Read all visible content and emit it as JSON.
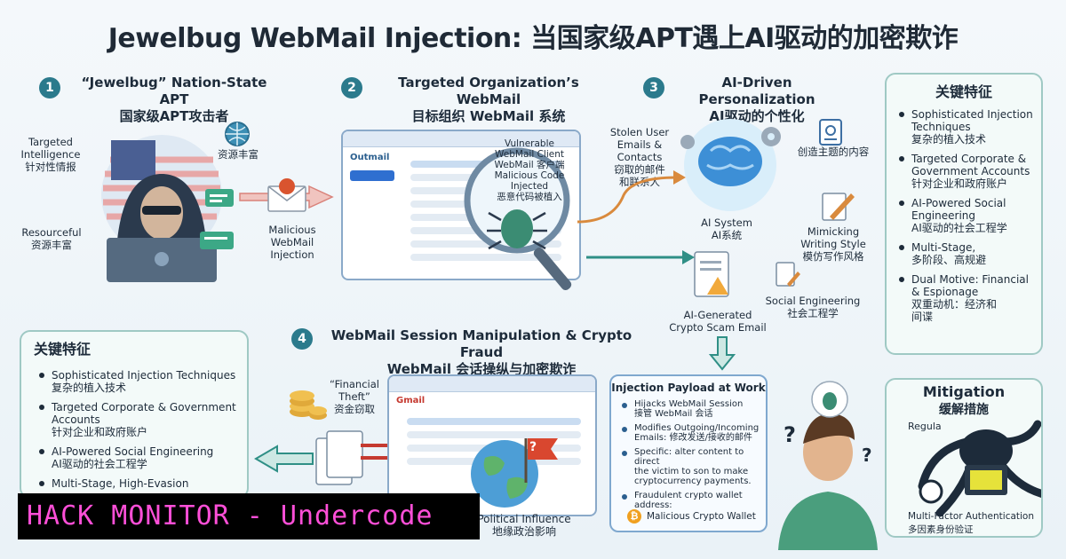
{
  "title": "Jewelbug WebMail Injection: 当国家级APT遇上AI驱动的加密欺诈",
  "steps": {
    "s1": {
      "num": "1",
      "title_en": "“Jewelbug” Nation-State APT",
      "title_zh": "国家级APT攻击者"
    },
    "s2": {
      "num": "2",
      "title_en": "Targeted Organization’s WebMail",
      "title_zh": "目标组织 WebMail 系统"
    },
    "s3": {
      "num": "3",
      "title_en": "AI-Driven Personalization",
      "title_zh": "AI驱动的个性化"
    },
    "s4": {
      "num": "4",
      "title_en": "WebMail Session Manipulation & Crypto Fraud",
      "title_zh": "WebMail 会话操纵与加密欺诈"
    }
  },
  "labels": {
    "targeted_intel": [
      "Targeted",
      "Intelligence",
      "针对性情报"
    ],
    "resources_zh": "资源丰富",
    "resourceful": [
      "Resourceful",
      "资源丰富"
    ],
    "malicious_inj": [
      "Malicious",
      "WebMail",
      "Injection"
    ],
    "outmail": "Outmail",
    "vulnerable": [
      "Vulnerable",
      "WebMail Client",
      "WebMail 客户端",
      "Malicious Code",
      "Injected",
      "恶意代码被植入"
    ],
    "stolen": [
      "Stolen User",
      "Emails &",
      "Contacts",
      "窃取的邮件",
      "和联系人"
    ],
    "created": "创造主题的内容",
    "ai_system": [
      "AI System",
      "AI系统"
    ],
    "mimicking": [
      "Mimicking",
      "Writing Style",
      "模仿写作风格"
    ],
    "social_eng": [
      "Social Engineering",
      "社会工程学"
    ],
    "ai_generated": [
      "AI-Generated",
      "Crypto Scam Email"
    ],
    "financial": [
      "“Financial",
      "Theft”",
      "资金窃取"
    ],
    "gmail": "Gmail",
    "political": [
      "Political Influence",
      "地缘政治影响"
    ]
  },
  "payload": {
    "title": "Injection Payload at Work",
    "items": [
      [
        "Hijacks WebMail Session",
        "接管 WebMail 会话"
      ],
      [
        "Modifies Outgoing/Incoming",
        "Emails: 修改发送/接收的邮件"
      ],
      [
        "Specific: alter content to direct",
        "the victim to son to make",
        "cryptocurrency payments."
      ],
      [
        "Fraudulent crypto wallet",
        "address:"
      ]
    ],
    "wallet": "Malicious Crypto Wallet"
  },
  "features_right": {
    "title": "关键特征",
    "items": [
      [
        "Sophisticated Injection",
        "Techniques",
        "复杂的植入技术"
      ],
      [
        "Targeted Corporate &",
        "Government Accounts",
        "针对企业和政府账户"
      ],
      [
        "AI-Powered Social",
        "Engineering",
        "AI驱动的社会工程学"
      ],
      [
        "Multi-Stage,",
        "多阶段、高规避"
      ],
      [
        "Dual Motive: Financial",
        "& Espionage",
        "双重动机：经济和",
        "间谍"
      ]
    ]
  },
  "features_left": {
    "title": "关键特征",
    "items": [
      [
        "Sophisticated Injection Techniques",
        "复杂的植入技术"
      ],
      [
        "Targeted Corporate & Government",
        "Accounts",
        "针对企业和政府账户"
      ],
      [
        "AI-Powered Social Engineering",
        "AI驱动的社会工程学"
      ],
      [
        "Multi-Stage, High-Evasion"
      ]
    ]
  },
  "mitigation": {
    "title": "Mitigation",
    "title_zh": "缓解措施",
    "items": [
      "Regula",
      "Multi-Factor Authentication",
      "多因素身份验证"
    ]
  },
  "banner": "HACK MONITOR - Undercode",
  "colors": {
    "accent": "#2b7a8c",
    "panel_border": "#9fc9c4",
    "banner_text": "#ff4fd8",
    "arrow": "#2f8f86"
  }
}
